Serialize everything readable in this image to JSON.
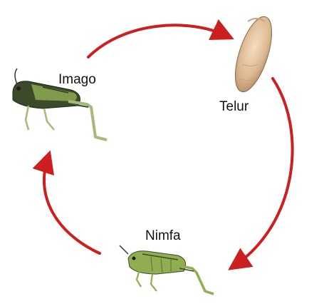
{
  "diagram": {
    "stages": [
      {
        "label": "Imago",
        "illustration": "adult-grasshopper"
      },
      {
        "label": "Telur",
        "illustration": "egg"
      },
      {
        "label": "Nimfa",
        "illustration": "nymph-grasshopper"
      }
    ],
    "arrows": [
      {
        "from": "Imago",
        "to": "Telur"
      },
      {
        "from": "Telur",
        "to": "Nimfa"
      },
      {
        "from": "Nimfa",
        "to": "Imago"
      }
    ],
    "colors": {
      "arrow": "#cc1f1f",
      "egg": "#e3c29b",
      "insect_green": "#8fae52",
      "insect_dark": "#2f3a22"
    }
  }
}
